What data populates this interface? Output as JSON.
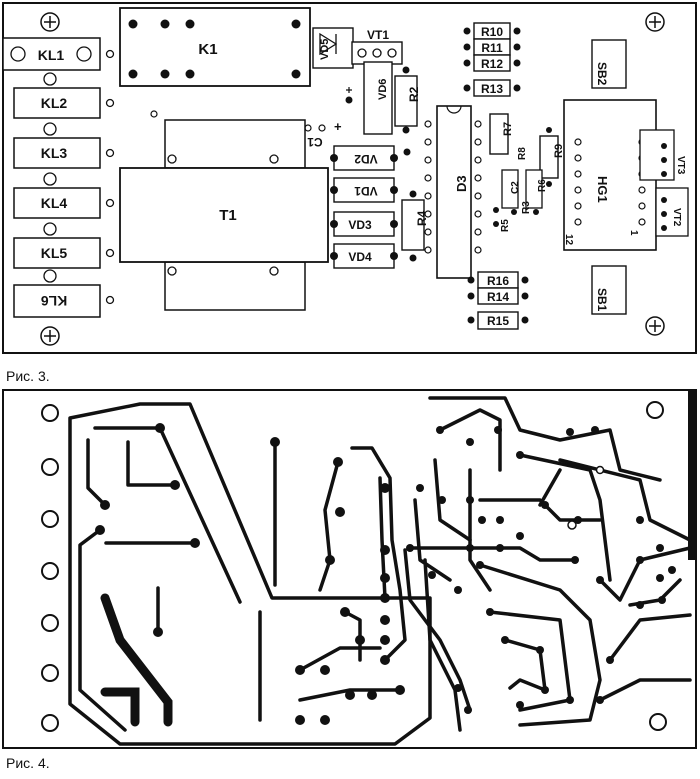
{
  "figure3": {
    "caption": "Рис. 3.",
    "terminals": [
      "KL1",
      "KL2",
      "KL3",
      "KL4",
      "KL5",
      "KL6"
    ],
    "relay": "K1",
    "transformer": "T1",
    "transistor": "VT1",
    "diodes": [
      "VD1",
      "VD2",
      "VD3",
      "VD4",
      "VD5"
    ],
    "zener": "VD6",
    "chip_d3": "D3",
    "display": "HG1",
    "display_pins": [
      "1",
      "12"
    ],
    "capacitor": "C1",
    "cap_plus": "+",
    "resistors": [
      "R10",
      "R11",
      "R12",
      "R13",
      "R2",
      "R7",
      "R8",
      "R9",
      "R6",
      "R3",
      "R4",
      "R5",
      "R16",
      "R14",
      "R15"
    ],
    "small_parts": [
      "C2",
      "VT2",
      "VT3"
    ],
    "buttons": [
      "SB2",
      "SB1"
    ]
  },
  "figure4": {
    "caption": "Рис. 4."
  }
}
